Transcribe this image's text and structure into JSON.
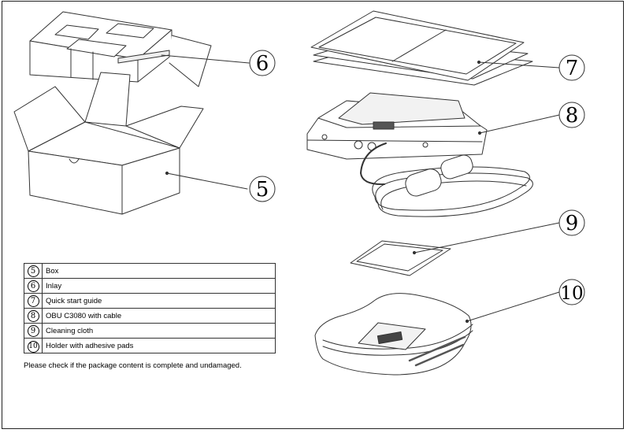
{
  "callouts": {
    "box": "5",
    "inlay": "6",
    "guide": "7",
    "obu": "8",
    "cloth": "9",
    "holder": "10"
  },
  "parts": [
    {
      "num": "5",
      "label": "Box"
    },
    {
      "num": "6",
      "label": "Inlay"
    },
    {
      "num": "7",
      "label": "Quick start guide"
    },
    {
      "num": "8",
      "label": "OBU C3080 with cable"
    },
    {
      "num": "9",
      "label": "Cleaning cloth"
    },
    {
      "num": "10",
      "label": "Holder with adhesive pads"
    }
  ],
  "note": "Please check if the package content is complete and undamaged."
}
